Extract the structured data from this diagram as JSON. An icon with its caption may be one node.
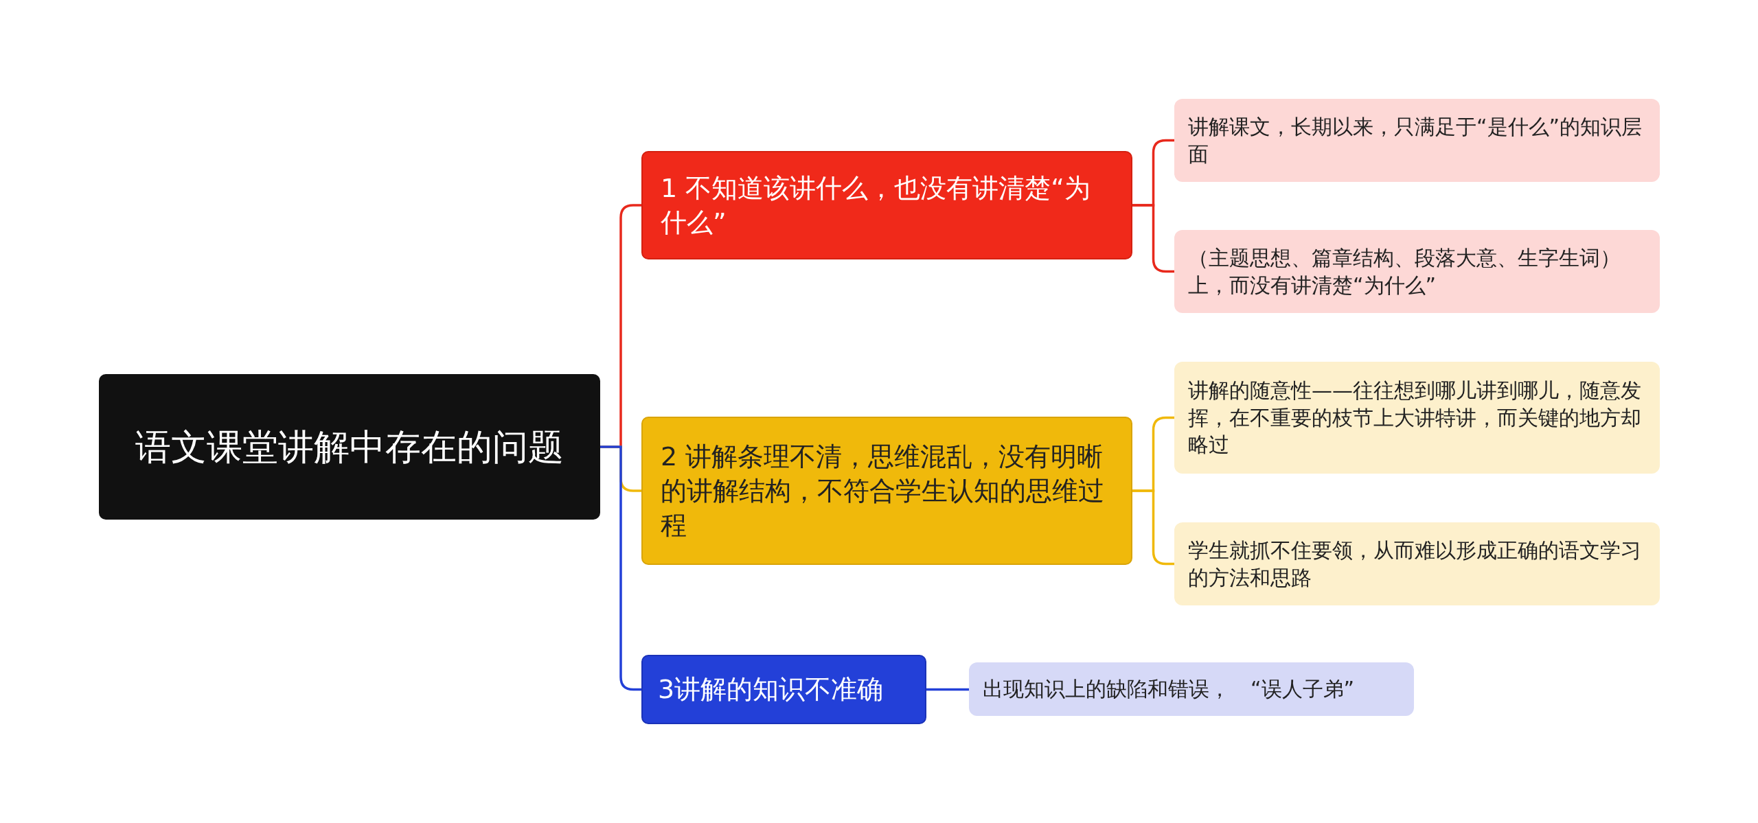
{
  "diagram": {
    "nodes": [
      {
        "text": [
          "语文课堂讲解中存在的问题"
        ]
      },
      {
        "text": [
          "1 不知道该讲什么，也没有讲清楚“为什么”"
        ]
      },
      {
        "text": [
          "2 讲解条理不清，思维混乱，没有明晰的讲解结构，不符合学生认知的思维过程"
        ]
      },
      {
        "text": [
          "3讲解的知识不准确"
        ]
      },
      {
        "text": [
          "讲解课文，长期以来，只满足于“是什么”的知识层面"
        ]
      },
      {
        "text": [
          "（主题思想、篇章结构、段落大意、生字生词）上，而没有讲清楚“为什么”"
        ]
      },
      {
        "text": [
          "讲解的随意性——往往想到哪儿讲到哪儿，随意发挥，在不重要的枝节上大讲特讲，而关键的地方却略过"
        ]
      },
      {
        "text": [
          "学生就抓不住要领，从而难以形成正确的语文学习的方法和思路"
        ]
      },
      {
        "text": [
          "出现知识上的缺陷和错误，　“误人子弟”"
        ]
      }
    ],
    "edges": [
      {
        "from": 0,
        "to": 1,
        "arrow": "none",
        "color": "#e8291c"
      },
      {
        "from": 0,
        "to": 2,
        "arrow": "none",
        "color": "#f0b90b"
      },
      {
        "from": 0,
        "to": 3,
        "arrow": "none",
        "color": "#2340d8"
      },
      {
        "from": 1,
        "to": 4,
        "arrow": "none",
        "color": "#e8291c"
      },
      {
        "from": 1,
        "to": 5,
        "arrow": "none",
        "color": "#e8291c"
      },
      {
        "from": 2,
        "to": 6,
        "arrow": "none",
        "color": "#f0b90b"
      },
      {
        "from": 2,
        "to": 7,
        "arrow": "none",
        "color": "#f0b90b"
      },
      {
        "from": 3,
        "to": 8,
        "arrow": "none",
        "color": "#2340d8"
      }
    ]
  }
}
